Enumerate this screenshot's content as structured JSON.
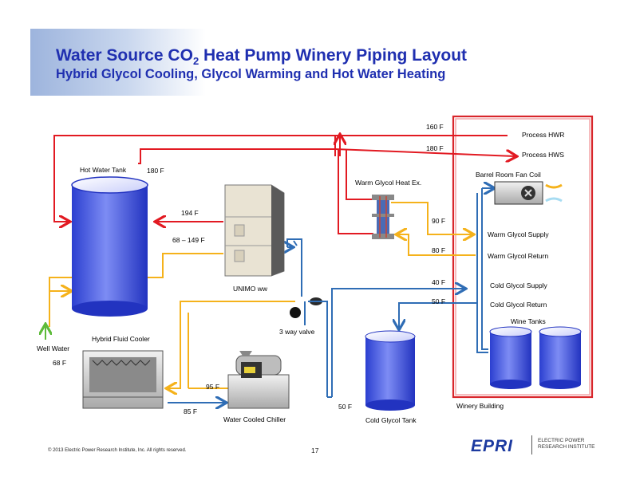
{
  "title": {
    "main": "Water Source CO",
    "sub": "2",
    "rest": " Heat Pump Winery Piping Layout",
    "subtitle": "Hybrid Glycol Cooling, Glycol Warming and Hot Water Heating"
  },
  "labels": {
    "hot_water_tank": "Hot Water Tank",
    "unimo": "UNIMO ww",
    "three_way_valve": "3 way valve",
    "hybrid_fluid_cooler": "Hybrid Fluid Cooler",
    "well_water": "Well Water",
    "water_cooled_chiller": "Water Cooled Chiller",
    "cold_glycol_tank": "Cold Glycol Tank",
    "warm_glycol_hx": "Warm Glycol Heat Ex.",
    "barrel_room_fan_coil": "Barrel Room Fan Coil",
    "warm_glycol_supply": "Warm Glycol Supply",
    "warm_glycol_return": "Warm Glycol Return",
    "cold_glycol_supply": "Cold Glycol Supply",
    "cold_glycol_return": "Cold Glycol Return",
    "wine_tanks": "Wine Tanks",
    "winery_building": "Winery Building",
    "process_hwr": "Process HWR",
    "process_hws": "Process HWS"
  },
  "temps": {
    "t160": "160 F",
    "t180_top": "180 F",
    "t180_tank": "180 F",
    "t194": "194 F",
    "t68_149": "68 – 149 F",
    "t90": "90 F",
    "t80": "80 F",
    "t40": "40 F",
    "t50_right": "50 F",
    "t68": "68 F",
    "t95": "95 F",
    "t85": "85 F",
    "t50_bottom": "50 F"
  },
  "footer": {
    "copyright": "© 2013 Electric Power Research Institute, Inc. All rights reserved.",
    "page": "17",
    "logo_mark": "EPRI",
    "logo_line1": "ELECTRIC POWER",
    "logo_line2": "RESEARCH INSTITUTE"
  },
  "colors": {
    "hot": "#e21a22",
    "warm": "#f5b21b",
    "cold": "#2f6db5",
    "green": "#5dbb3a",
    "title": "#1f2fb0",
    "building": "#d8262b"
  }
}
